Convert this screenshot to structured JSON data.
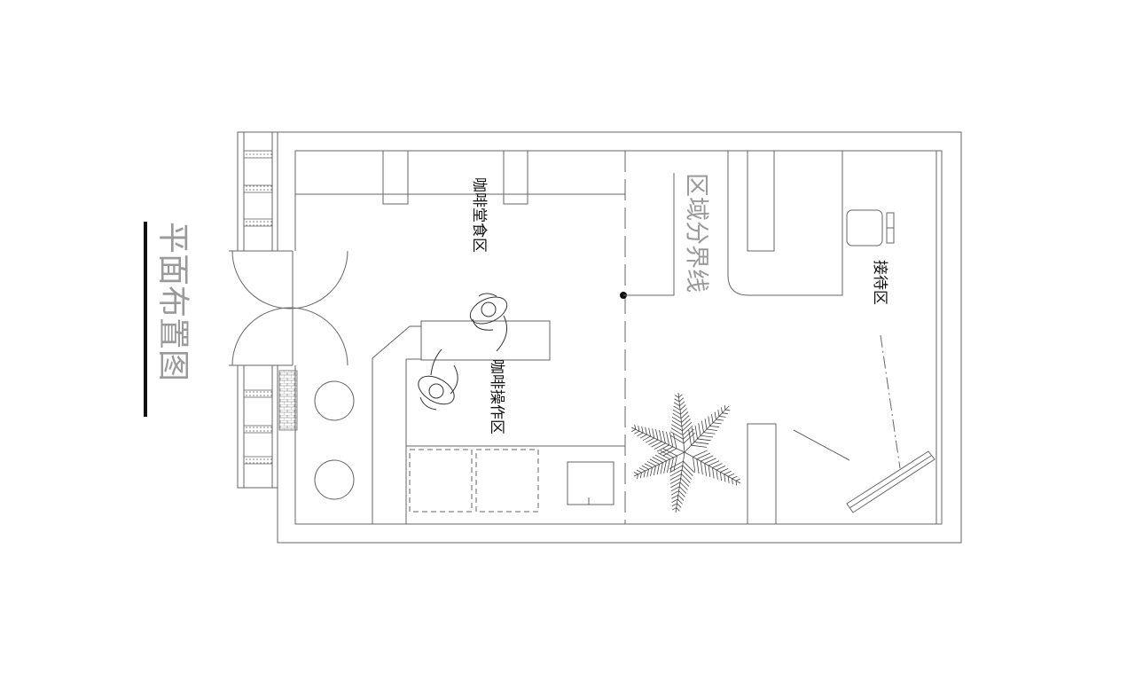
{
  "drawing": {
    "title": "平面布置图"
  },
  "zones": {
    "dining": "咖啡堂食区",
    "operation": "咖啡操作区",
    "boundary": "区域分界线",
    "reception": "接待区"
  }
}
